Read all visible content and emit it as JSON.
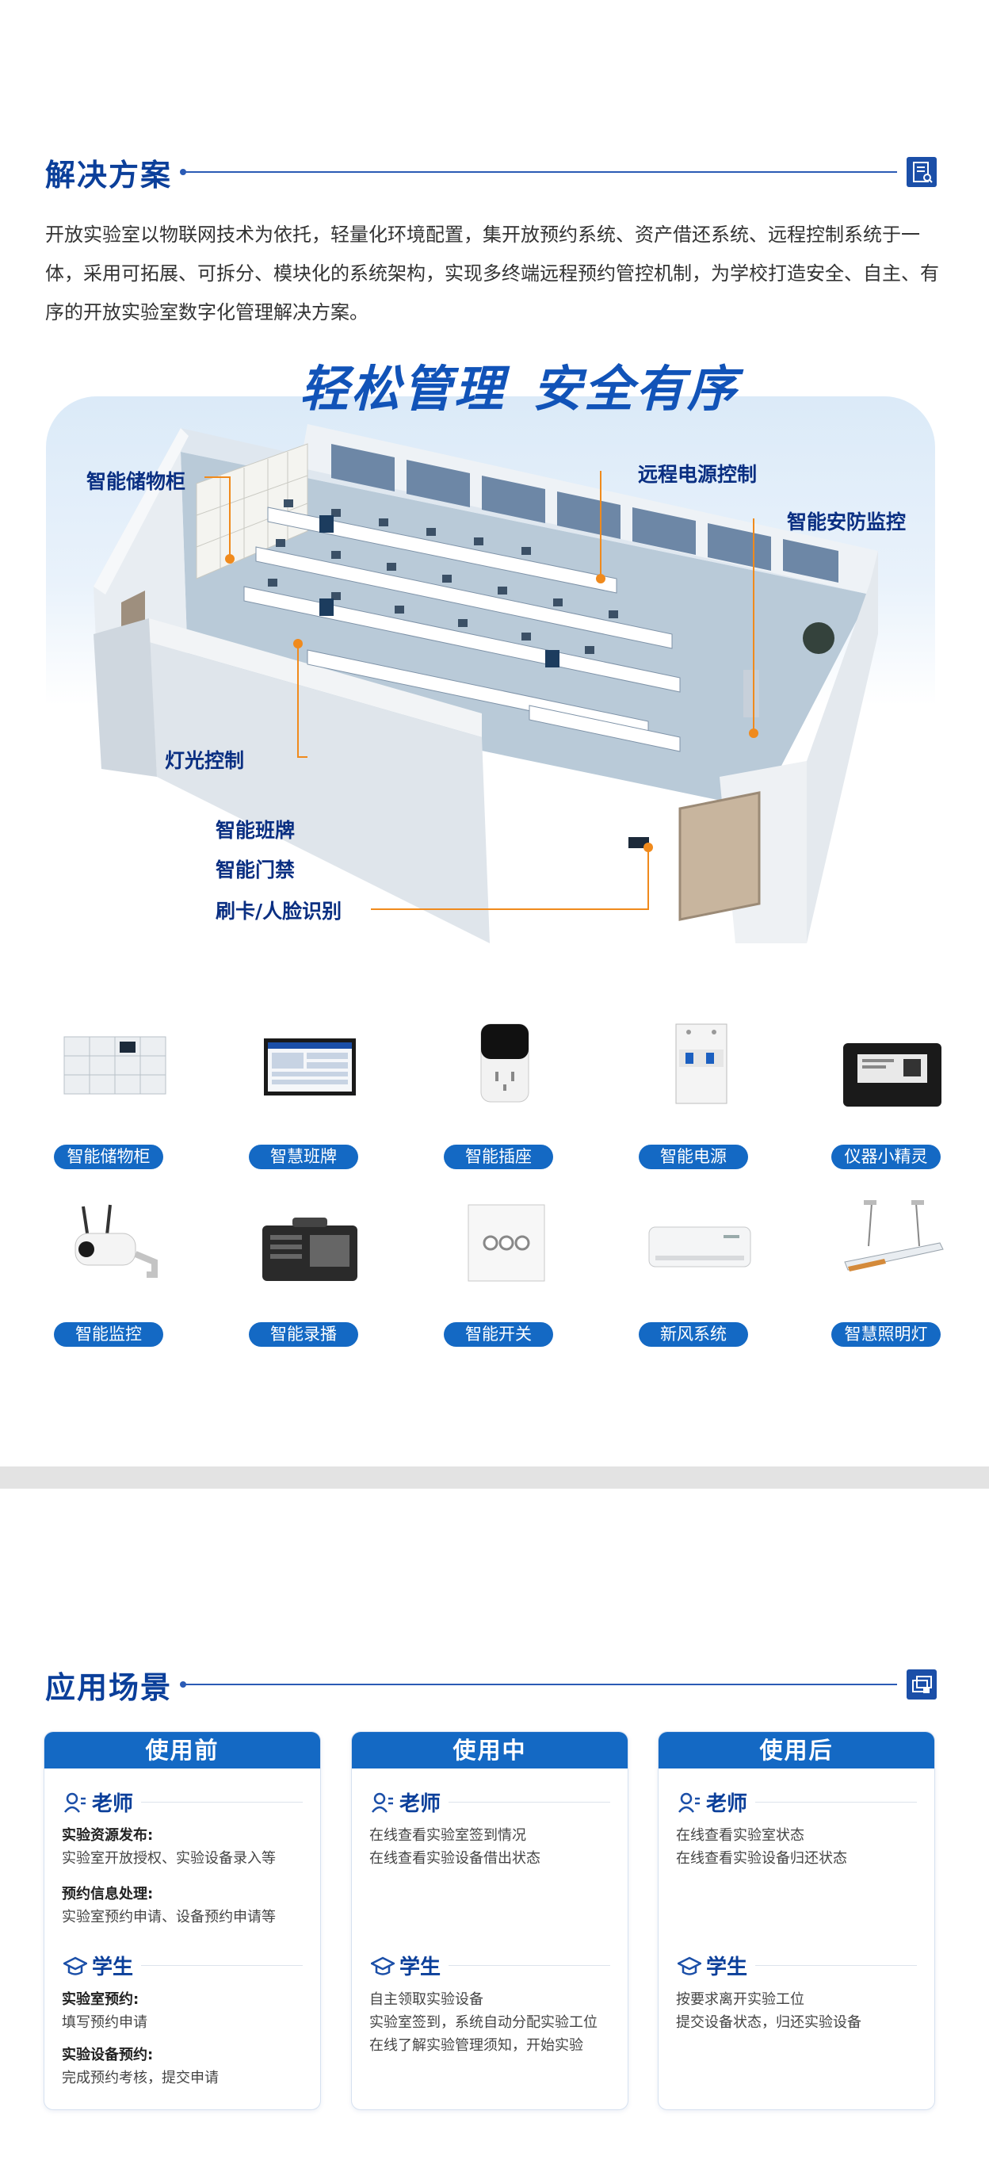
{
  "solution": {
    "title": "解决方案",
    "intro": "开放实验室以物联网技术为依托，轻量化环境配置，集开放预约系统、资产借还系统、远程控制系统于一体，采用可拓展、可拆分、模块化的系统架构，实现多终端远程预约管控机制，为学校打造安全、自主、有序的开放实验室数字化管理解决方案。",
    "slogan_left": "轻松管理",
    "slogan_right": "安全有序",
    "callouts": {
      "locker": "智能储物柜",
      "power": "远程电源控制",
      "security": "智能安防监控",
      "light": "灯光控制",
      "board": "智能班牌",
      "door": "智能门禁",
      "face": "刷卡/人脸识别"
    }
  },
  "products": [
    {
      "label": "智能储物柜",
      "icon": "locker-icon"
    },
    {
      "label": "智慧班牌",
      "icon": "class-board-icon"
    },
    {
      "label": "智能插座",
      "icon": "smart-socket-icon"
    },
    {
      "label": "智能电源",
      "icon": "breaker-icon"
    },
    {
      "label": "仪器小精灵",
      "icon": "instrument-tag-icon"
    },
    {
      "label": "智能监控",
      "icon": "camera-icon"
    },
    {
      "label": "智能录播",
      "icon": "recorder-icon"
    },
    {
      "label": "智能开关",
      "icon": "switch-icon"
    },
    {
      "label": "新风系统",
      "icon": "air-unit-icon"
    },
    {
      "label": "智慧照明灯",
      "icon": "lamp-icon"
    }
  ],
  "scenes": {
    "title": "应用场景",
    "teacher_label": "老师",
    "student_label": "学生",
    "before": {
      "header": "使用前",
      "t1_title": "实验资源发布:",
      "t1_text": "实验室开放授权、实验设备录入等",
      "t2_title": "预约信息处理:",
      "t2_text": "实验室预约申请、设备预约申请等",
      "s1_title": "实验室预约:",
      "s1_text": "填写预约申请",
      "s2_title": "实验设备预约:",
      "s2_text": "完成预约考核，提交申请"
    },
    "during": {
      "header": "使用中",
      "t1": "在线查看实验室签到情况",
      "t2": "在线查看实验设备借出状态",
      "s1": "自主领取实验设备",
      "s2": "实验室签到，系统自动分配实验工位",
      "s3": "在线了解实验管理须知，开始实验"
    },
    "after": {
      "header": "使用后",
      "t1": "在线查看实验室状态",
      "t2": "在线查看实验设备归还状态",
      "s1": "按要求离开实验工位",
      "s2": "提交设备状态，归还实验设备"
    }
  }
}
